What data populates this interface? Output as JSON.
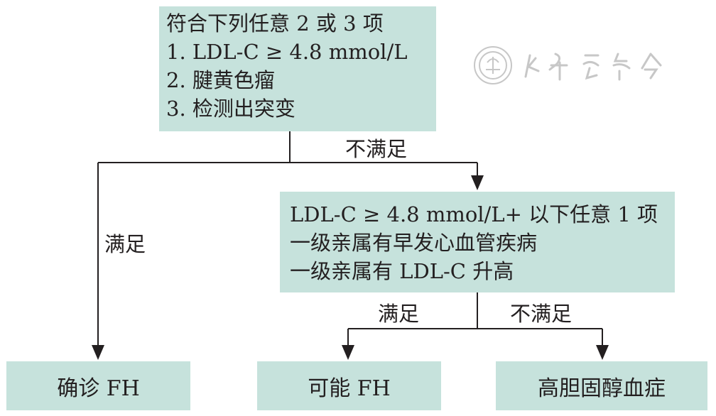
{
  "nodes": {
    "criteria": {
      "lines": [
        "符合下列任意 2 或 3 项",
        "1. LDL-C ≥ 4.8 mmol/L",
        "2. 腱黄色瘤",
        "3. 检测出突变"
      ]
    },
    "secondary": {
      "lines": [
        "LDL-C ≥ 4.8 mmol/L+ 以下任意 1 项",
        "一级亲属有早发心血管疾病",
        "一级亲属有 LDL-C 升高"
      ]
    },
    "diagnosed": {
      "label": "确诊 FH"
    },
    "possible": {
      "label": "可能 FH"
    },
    "hyperchol": {
      "label": "高胆固醇血症"
    }
  },
  "edges": {
    "criteria_met": "满足",
    "criteria_not_met": "不满足",
    "secondary_met": "满足",
    "secondary_not_met": "不满足"
  },
  "colors": {
    "box_fill": "#c6e2dc",
    "line": "#231f20",
    "watermark": "#9a9a9a"
  },
  "watermark": {
    "text": "中華醫學會",
    "emblem": "society-seal-icon"
  }
}
